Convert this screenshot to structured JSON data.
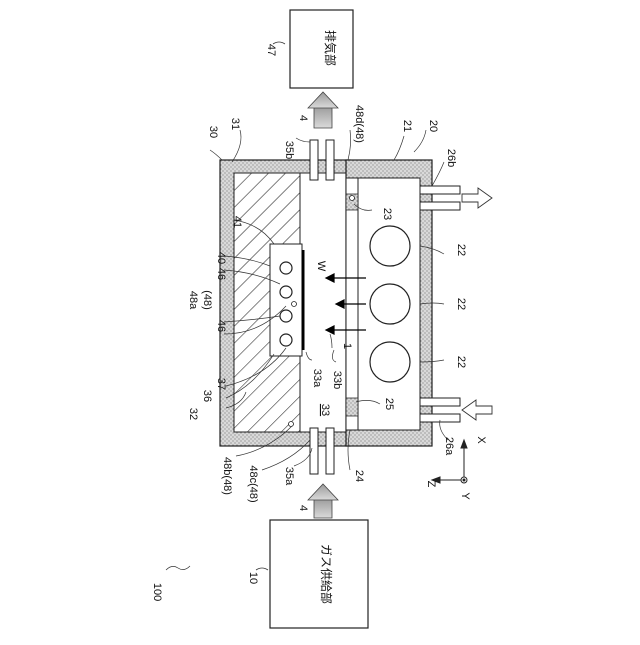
{
  "labels": {
    "system": "100",
    "exhaust_ref": "47",
    "exhaust_text": "排気部",
    "gas_supply_ref": "10",
    "gas_supply_text": "ガス供給部",
    "chamber_30": "30",
    "wall_31": "31",
    "inlet_4": "4",
    "outlet_4": "4",
    "port_35b": "35b",
    "port_35a": "35a",
    "sensor_48d": "48d(48)",
    "lamp_unit_21": "21",
    "lamp_unit_20": "20",
    "coolant_26b": "26b",
    "coolant_26a": "26a",
    "lamp_22a": "22",
    "lamp_22b": "22",
    "lamp_22c": "22",
    "window_23": "23",
    "window_25": "25",
    "window_24": "24",
    "holder_41": "41",
    "holder_40": "40",
    "hole_46a": "46",
    "hole_46b": "46",
    "wafer_W": "W",
    "sensor_48a": "48a",
    "sensor_48a_paren": "(48)",
    "light_1": "1",
    "wall_33a": "33a",
    "wall_33b": "33b",
    "space_33": "33",
    "block_37": "37",
    "block_36": "36",
    "block_32": "32",
    "sensor_48b": "48b(48)",
    "sensor_48c": "48c(48)",
    "axis_x": "X",
    "axis_y": "Y",
    "axis_z": "Z"
  }
}
